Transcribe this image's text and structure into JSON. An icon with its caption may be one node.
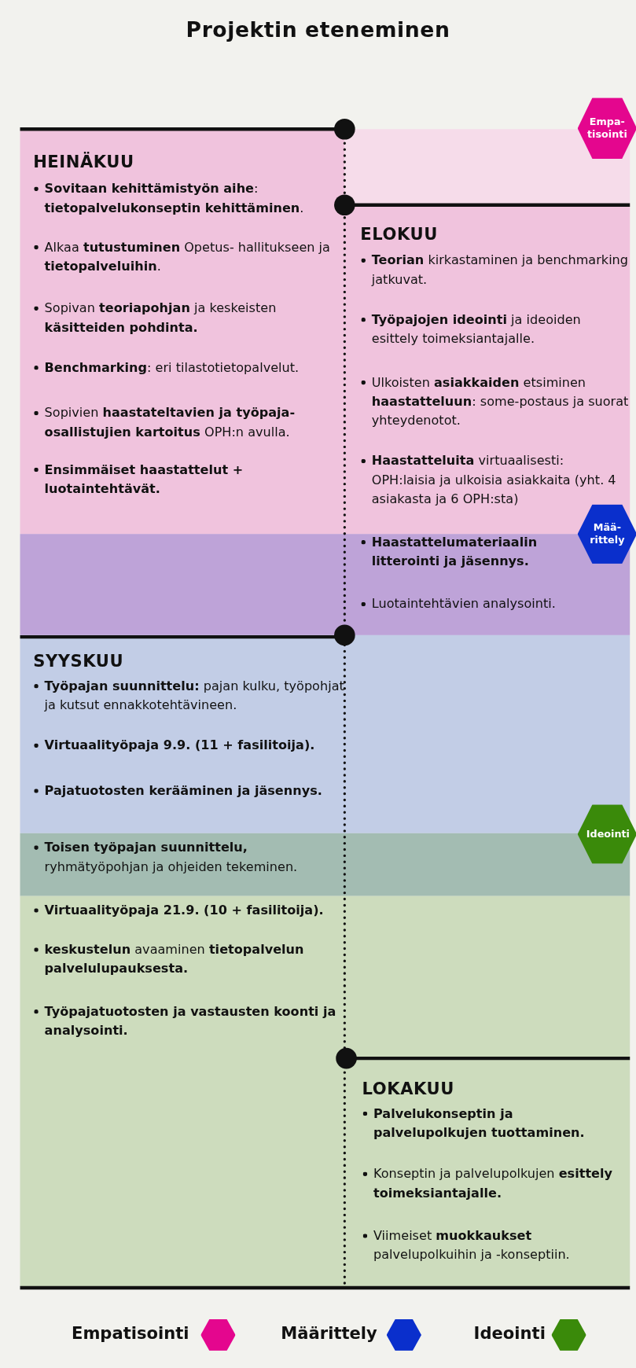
{
  "diagram": {
    "title": "Projektin eteneminen",
    "nodes": [
      {
        "text": [
          "Empa- tisointi"
        ]
      },
      {
        "text": [
          "HEINÄKUU",
          "**Sovitaan kehittämistyön aihe**: **tietopalvelukonseptin kehittäminen**.",
          "Alkaa **tutustuminen** Opetus- hallitukseen ja **tietopalveluihin**.",
          "Sopivan **teoriapohjan** ja keskeisten **käsitteiden pohdinta.**",
          "**Benchmarking**: eri tilastotietopalvelut.",
          "Sopivien **haastateltavien ja työpaja- osallistujien kartoitus** OPH:n avulla.",
          "**Ensimmäiset haastattelut + luotaintehtävät.**"
        ]
      },
      {
        "text": [
          "ELOKUU",
          "**Teorian** kirkastaminen ja benchmarking jatkuvat.",
          "**Työpajojen ideointi** ja ideoiden esittely toimeksiantajalle.",
          "Ulkoisten **asiakkaiden** etsiminen **haastatteluun**: some-postaus ja suorat yhteydenotot.",
          "**Haastatteluita** virtuaalisesti: OPH:laisia ja ulkoisia asiakkaita (yht. 4 asiakasta ja 6 OPH:sta)",
          "**Haastattelumateriaalin litterointi ja jäsennys.**",
          "Luotaintehtävien analysointi."
        ]
      },
      {
        "text": [
          "Mää- rittely"
        ]
      },
      {
        "text": [
          "SYYSKUU",
          "**Työpajan suunnittelu:** pajan kulku, työpohjat ja kutsut ennakkotehtävineen.",
          "**Virtuaalityöpaja 9.9. (11 + fasilitoija).**",
          "**Pajatuotosten kerääminen ja jäsennys.**",
          "**Toisen työpajan suunnittelu,** ryhmätyöpohjan ja ohjeiden tekeminen.",
          "**Virtuaalityöpaja 21.9. (10 + fasilitoija).**",
          "**keskustelun** avaaminen **tietopalvelun palvelulupauksesta.**",
          "**Työpajatuotosten ja vastausten koonti ja analysointi.**"
        ]
      },
      {
        "text": [
          "Ideointi"
        ]
      },
      {
        "text": [
          "LOKAKUU",
          "**Palvelukonseptin ja palvelupolkujen tuottaminen.**",
          "Konseptin ja palvelupolkujen **esittely toimeksiantajalle.**",
          "Viimeiset **muokkaukset** palvelupolkuihin ja -konseptiin."
        ]
      }
    ],
    "legend": [
      {
        "text": "Empatisointi",
        "color": "#e4068e"
      },
      {
        "text": "Määrittely",
        "color": "#0a2fcc"
      },
      {
        "text": "Ideointi",
        "color": "#3a8a0a"
      }
    ]
  }
}
